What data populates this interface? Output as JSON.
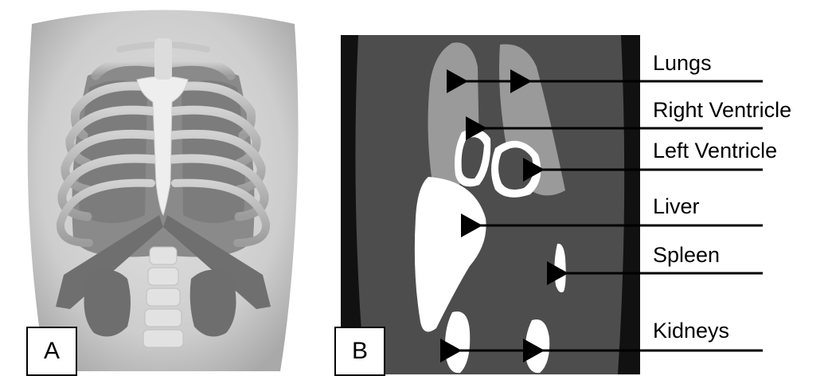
{
  "panels": {
    "a": {
      "letter": "A"
    },
    "b": {
      "letter": "B"
    }
  },
  "labels": {
    "lungs": "Lungs",
    "right_ventricle": "Right Ventricle",
    "left_ventricle": "Left Ventricle",
    "liver": "Liver",
    "spleen": "Spleen",
    "kidneys": "Kidneys"
  },
  "colors": {
    "background": "#ffffff",
    "torso_skin": "#cfcfcf",
    "rib": "#bdbdbd",
    "organ_dark": "#777777",
    "bone_light": "#e8e8e8",
    "scan_body": "#4d4d4d",
    "scan_bg": "#111111",
    "scan_lung": "#999999",
    "scan_bright": "#ffffff"
  }
}
